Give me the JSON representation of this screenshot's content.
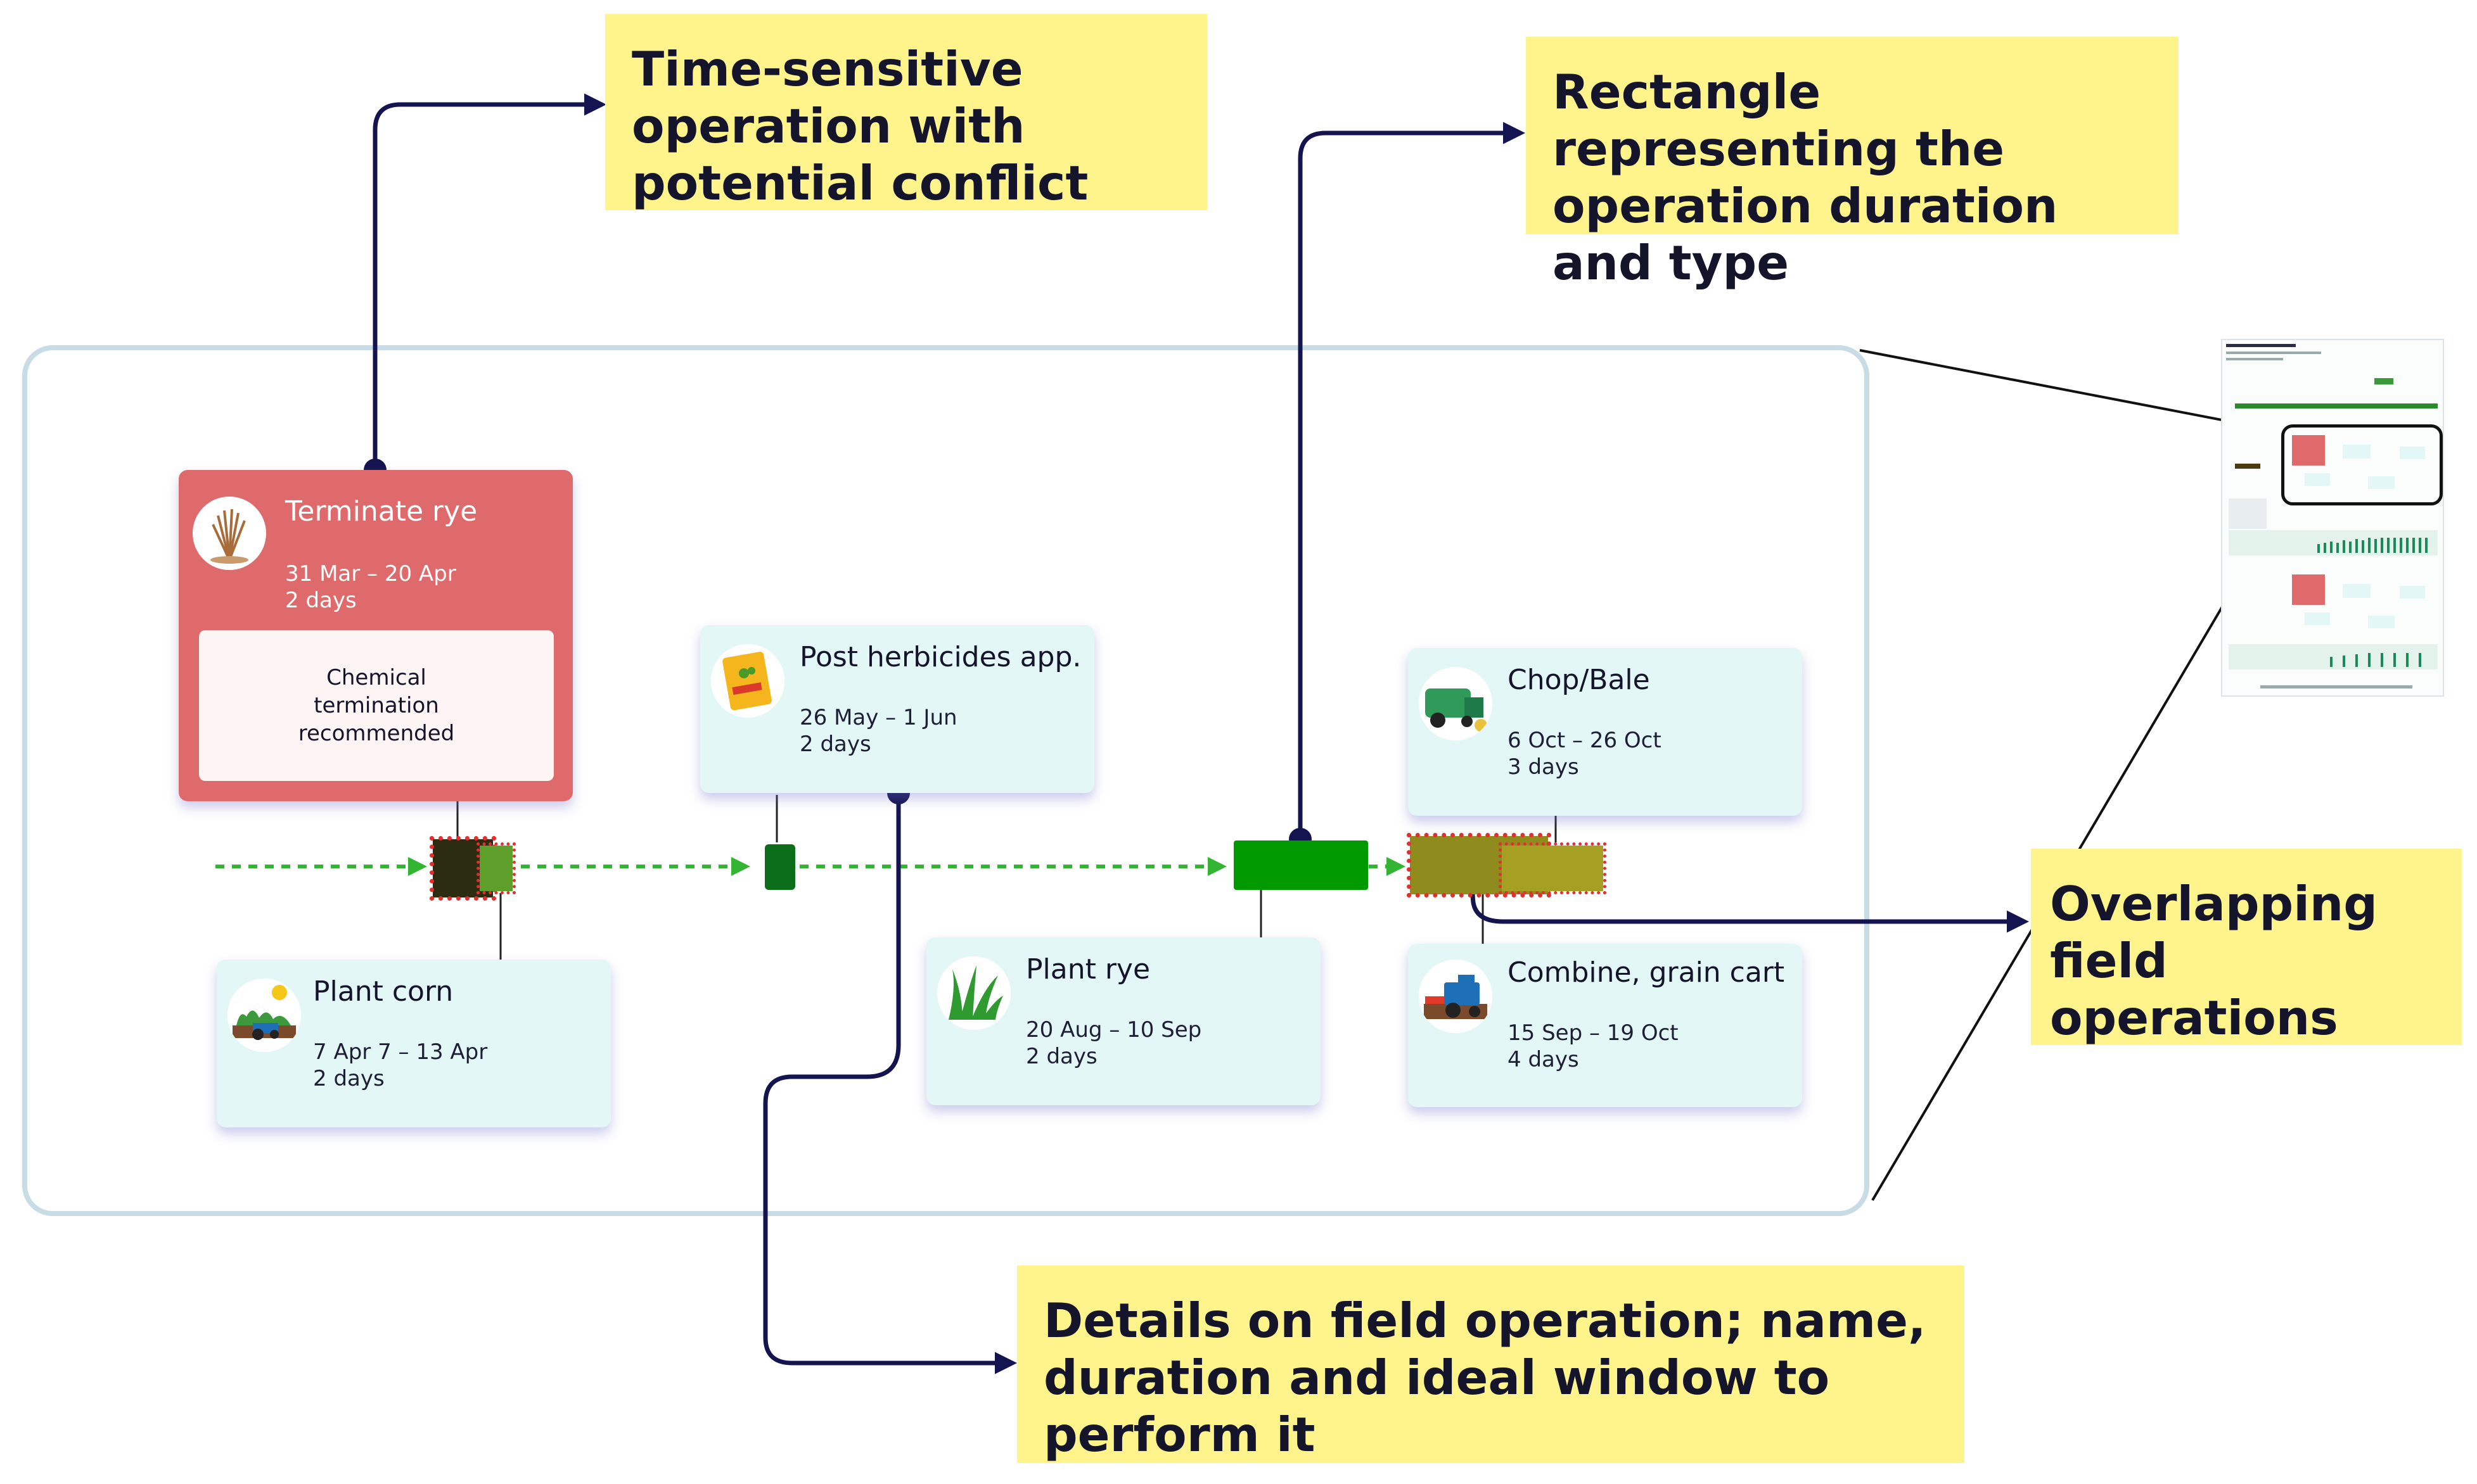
{
  "annotations": {
    "conflict": "Time-sensitive operation with potential conflict",
    "rectangle": "Rectangle representing the operation duration and type",
    "overlap": "Overlapping field operations",
    "details": "Details on field operation; name, duration and ideal window to perform it"
  },
  "operations": {
    "terminate_rye": {
      "title": "Terminate rye",
      "window": "31 Mar – 20 Apr",
      "duration": "2 days",
      "message": "Chemical termination recommended"
    },
    "plant_corn": {
      "title": "Plant corn",
      "window": "7 Apr 7 – 13 Apr",
      "duration": "2 days"
    },
    "post_herbicides": {
      "title": "Post herbicides app.",
      "window": "26 May – 1 Jun",
      "duration": "2 days"
    },
    "plant_rye": {
      "title": "Plant rye",
      "window": "20 Aug – 10 Sep",
      "duration": "2 days"
    },
    "chop_bale": {
      "title": "Chop/Bale",
      "window": "6 Oct – 26 Oct",
      "duration": "3 days"
    },
    "combine": {
      "title": "Combine, grain cart",
      "window": "15 Sep – 19 Oct",
      "duration": "4 days"
    }
  },
  "icons": {
    "terminate_rye": "dry-rye-icon",
    "plant_corn": "tractor-planting-icon",
    "post_herbicides": "herbicide-bag-icon",
    "plant_rye": "grass-icon",
    "chop_bale": "baler-icon",
    "combine": "combine-harvester-icon"
  },
  "colors": {
    "alert_card": "#de6a6c",
    "card": "#e3f7f6",
    "note": "#fff48c",
    "connector": "#141450",
    "timeline_arrow": "#33b533",
    "block_dark": "#2c2c10",
    "block_green": "#009900",
    "block_darkgreen": "#0d6e1a",
    "block_olive": "#9e9a1f",
    "conflict_outline": "#e03030"
  }
}
